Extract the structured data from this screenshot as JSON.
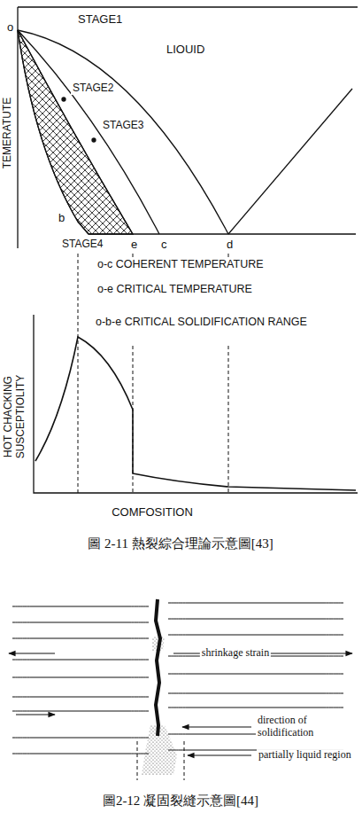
{
  "diagram": {
    "labels": [
      "o",
      "STAGE1",
      "LIOUID",
      "STAGE2",
      "STAGE3",
      "b",
      "STAGE4",
      "e",
      "c",
      "d",
      "TEMERATUTE",
      "o-c COHERENT TEMPERATURE",
      "o-e CRITICAL TEMPERATURE",
      "o-b-e CRITICAL SOLIDIFICATION RANGE",
      "HOT CHACKING SUSCEPTIOLITY",
      "COMFOSITION",
      "圖 2-11 熱裂綜合理論示意圖[43]",
      "shrinkage strain",
      "direction of solidification",
      "partially liquid region",
      "圖2-12 凝固裂縫示意圖[44]"
    ]
  }
}
